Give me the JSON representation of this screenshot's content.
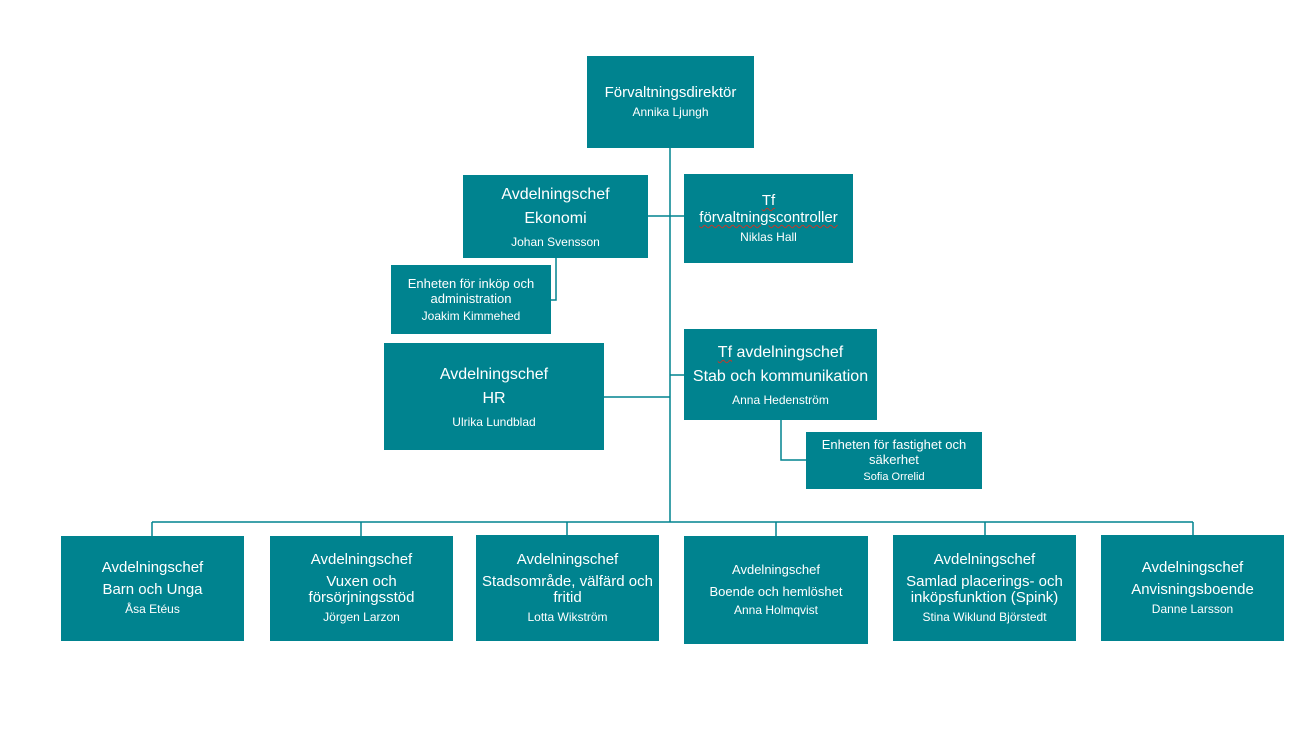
{
  "director": {
    "title": "Förvaltningsdirektör",
    "name": "Annika Ljungh"
  },
  "ekonomi": {
    "title_line1": "Avdelningschef",
    "title_line2": "Ekonomi",
    "name": "Johan Svensson"
  },
  "controller": {
    "prefix": "Tf",
    "title": "förvaltningscontroller",
    "name": "Niklas Hall"
  },
  "inkop": {
    "title": "Enheten för inköp och\nadministration",
    "name": "Joakim Kimmehed"
  },
  "hr": {
    "title_line1": "Avdelningschef",
    "title_line2": "HR",
    "name": "Ulrika Lundblad"
  },
  "stab": {
    "prefix": "Tf",
    "title_rest": " avdelningschef",
    "title_line2": "Stab och kommunikation",
    "name": "Anna Hedenström"
  },
  "fastighet": {
    "title": "Enheten för fastighet och\nsäkerhet",
    "name": "Sofia Orrelid"
  },
  "departments": [
    {
      "title": "Avdelningschef",
      "subtitle": "Barn och Unga",
      "name": "Åsa Etéus"
    },
    {
      "title": "Avdelningschef",
      "subtitle": "Vuxen och\nförsörjningsstöd",
      "name": "Jörgen Larzon"
    },
    {
      "title": "Avdelningschef",
      "subtitle": "Stadsområde, välfärd och\nfritid",
      "name": "Lotta Wikström"
    },
    {
      "title": "Avdelningschef",
      "subtitle": "Boende och hemlöshet",
      "name": "Anna Holmqvist"
    },
    {
      "title": "Avdelningschef",
      "subtitle": "Samlad placerings- och\ninköpsfunktion (Spink)",
      "name": "Stina Wiklund Björstedt"
    },
    {
      "title": "Avdelningschef",
      "subtitle": "Anvisningsboende",
      "name": "Danne Larsson"
    }
  ]
}
